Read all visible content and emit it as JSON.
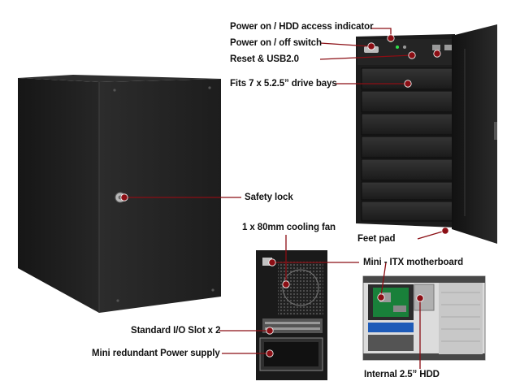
{
  "colors": {
    "accent": "#8b0e14",
    "case_dark": "#1b1b1b",
    "case_mid": "#2a2a2a"
  },
  "labels": {
    "power_hdd": "Power on / HDD access indicator",
    "power_switch": "Power on / off switch",
    "reset_usb": "Reset & USB2.0",
    "drive_bays": "Fits 7 x 5.2.5” drive bays",
    "safety_lock": "Safety lock",
    "cooling_fan": "1 x 80mm cooling fan",
    "feet_pad": "Feet pad",
    "mini_itx": "Mini - ITX motherboard",
    "io_slot": "Standard I/O Slot x 2",
    "power_supply": "Mini redundant Power supply",
    "internal_hdd": "Internal 2.5” HDD"
  }
}
